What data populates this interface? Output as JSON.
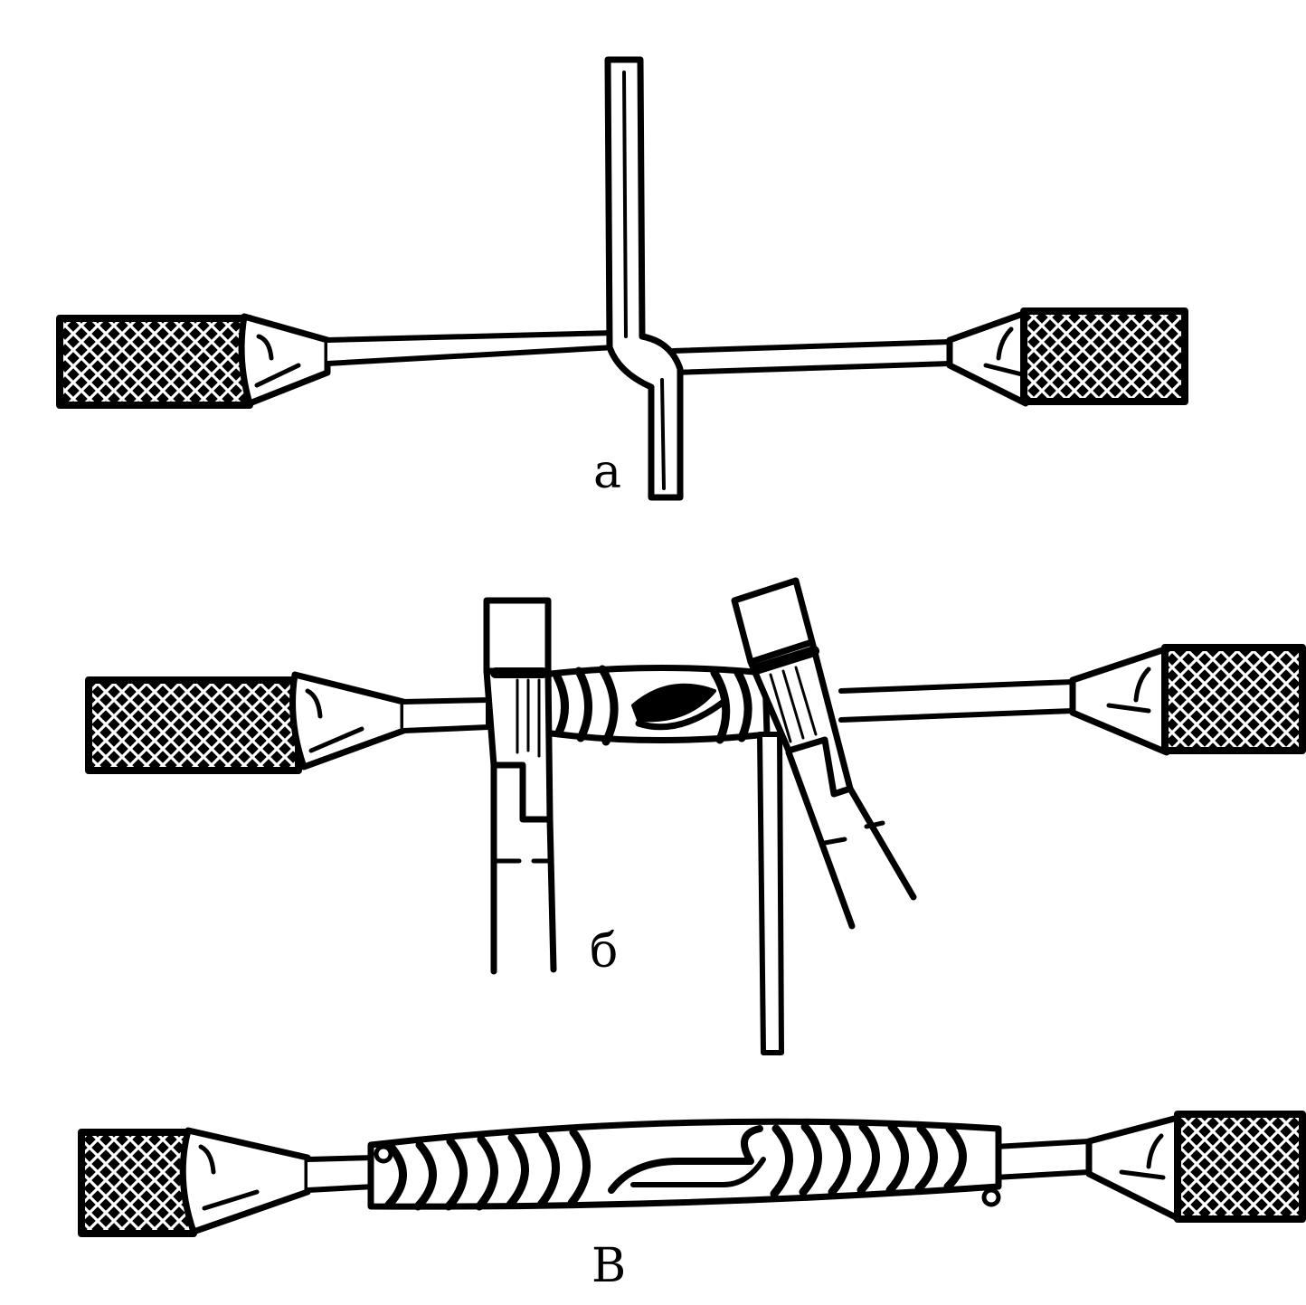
{
  "colors": {
    "ink": "#000000",
    "paper": "#ffffff"
  },
  "labels": {
    "a": "а",
    "b": "б",
    "v": "В"
  }
}
